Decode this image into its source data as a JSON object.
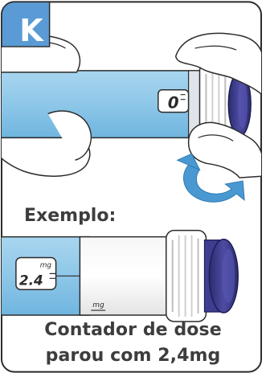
{
  "step": {
    "letter": "K",
    "badge_color": "#5b9bd5"
  },
  "top_scene": {
    "dose_counter_text": "0",
    "action": "turn-dose-selector"
  },
  "example": {
    "label": "Exemplo:",
    "counter_value": "2.4",
    "counter_unit": "mg",
    "pen_scale_unit": "mg"
  },
  "caption": {
    "line1": "Contador de dose",
    "line2": "parou com 2,4mg"
  },
  "colors": {
    "pen_blue": "#8ec7e8",
    "pen_blue_dark": "#5ba7d6",
    "arrow_blue": "#4a98d1",
    "knob_purple": "#3e3d8f",
    "outline": "#2b2b2b",
    "text": "#3d3d3d"
  }
}
